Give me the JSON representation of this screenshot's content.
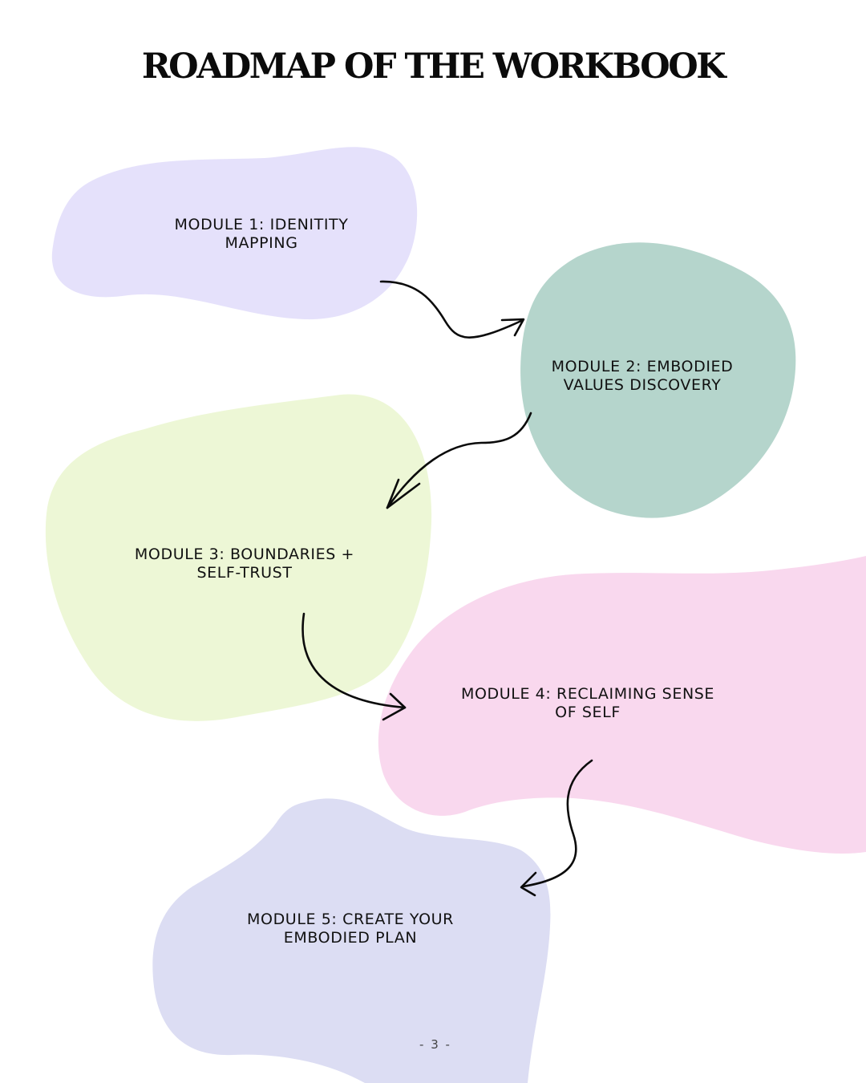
{
  "title": "ROADMAP OF THE WORKBOOK",
  "modules": [
    {
      "id": 1,
      "line1": "MODULE 1: IDENITITY",
      "line2": "MAPPING",
      "color": "#E5E1FB"
    },
    {
      "id": 2,
      "line1": "MODULE 2: EMBODIED",
      "line2": "VALUES DISCOVERY",
      "color": "#B5D5CC"
    },
    {
      "id": 3,
      "line1": "MODULE 3: BOUNDARIES +",
      "line2": "SELF-TRUST",
      "color": "#EDF7D6"
    },
    {
      "id": 4,
      "line1": "MODULE 4: RECLAIMING SENSE",
      "line2": "OF SELF",
      "color": "#F9D8EE"
    },
    {
      "id": 5,
      "line1": "MODULE 5: CREATE YOUR",
      "line2": "EMBODIED PLAN",
      "color": "#DCDDF3"
    }
  ],
  "flow": [
    {
      "from": 1,
      "to": 2
    },
    {
      "from": 2,
      "to": 3
    },
    {
      "from": 3,
      "to": 4
    },
    {
      "from": 4,
      "to": 5
    }
  ],
  "page_number": "- 3 -",
  "colors": {
    "title": "#0B0B0B",
    "arrow": "#0B0B0B"
  }
}
